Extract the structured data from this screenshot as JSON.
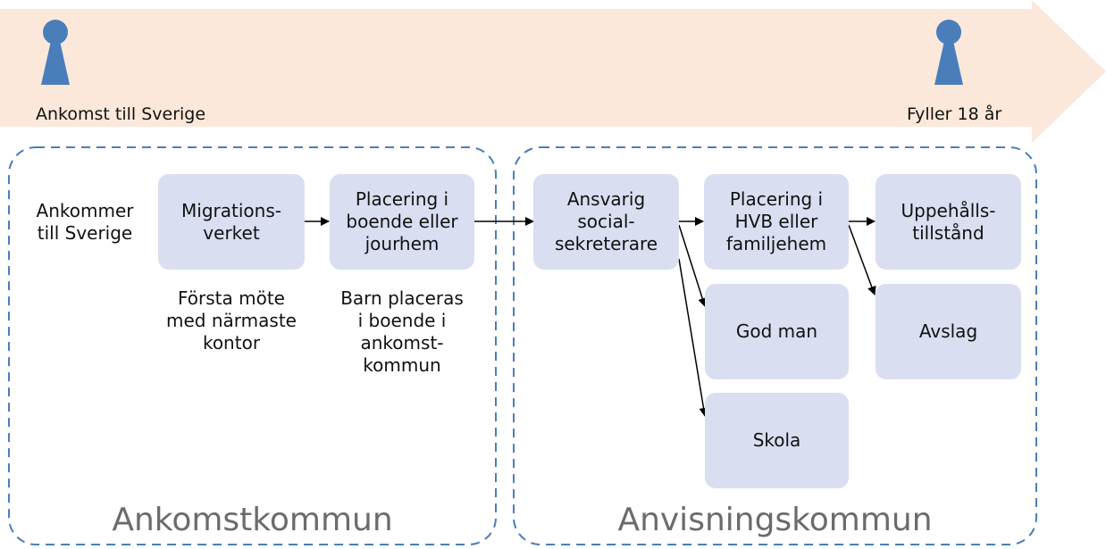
{
  "timeline": {
    "start_label": "Ankomst till Sverige",
    "end_label": "Fyller 18 år",
    "colors": {
      "arrow_fill": "#fbe8da",
      "marker": "#4a7ebb"
    },
    "markers": [
      "person-marker-icon",
      "person-marker-icon"
    ]
  },
  "regions": {
    "left": {
      "label": "Ankomstkommun"
    },
    "right": {
      "label": "Anvisningskommun"
    },
    "border_color": "#4a7ebb"
  },
  "start_text": "Ankommer\ntill Sverige",
  "boxes": {
    "migrationsverket": "Migrations-\nverket",
    "placering_boende": "Placering i\nboende eller\njourhem",
    "socialsekreterare": "Ansvarig\nsocial-\nsekreterare",
    "placering_hvb": "Placering i\nHVB eller\nfamiljehem",
    "uppehallstillstand": "Uppehålls-\ntillstånd",
    "god_man": "God man",
    "avslag": "Avslag",
    "skola": "Skola"
  },
  "notes": {
    "forsta_mote": "Första möte\nmed närmaste\nkontor",
    "barn_placeras": "Barn placeras\ni boende i\nankomst-\nkommun"
  },
  "colors": {
    "box_fill": "#d9def1",
    "region_text": "#6b6b6b"
  }
}
